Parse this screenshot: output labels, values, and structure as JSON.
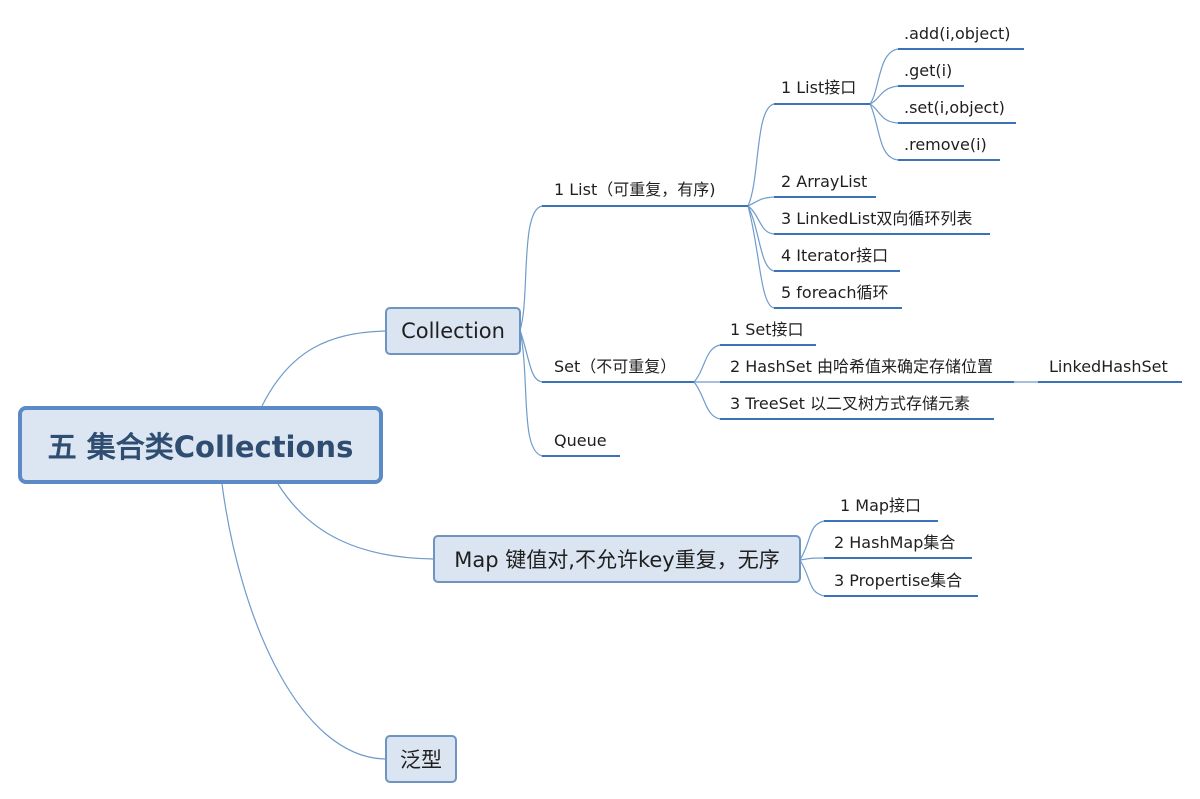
{
  "root": {
    "label": "五 集合类Collections"
  },
  "branches": {
    "collection": {
      "label": "Collection",
      "list": {
        "label": "1 List（可重复，有序)",
        "list_interface": {
          "label": "1 List接口",
          "methods": [
            ".add(i,object)",
            ".get(i)",
            ".set(i,object)",
            ".remove(i)"
          ]
        },
        "array_list": "2 ArrayList",
        "linked_list": "3 LinkedList双向循环列表",
        "iterator": "4 Iterator接口",
        "foreach": "5 foreach循环"
      },
      "set": {
        "label": "Set（不可重复）",
        "set_interface": "1 Set接口",
        "hash_set": "2 HashSet 由哈希值来确定存储位置",
        "linked_hash_set": "LinkedHashSet",
        "tree_set": "3 TreeSet 以二叉树方式存储元素"
      },
      "queue": "Queue"
    },
    "map": {
      "label": "Map 键值对,不允许key重复，无序",
      "map_interface": "1 Map接口",
      "hash_map": "2 HashMap集合",
      "propertise": "3 Propertise集合"
    },
    "generics": {
      "label": "泛型"
    }
  },
  "colors": {
    "node_fill": "#dbe5f1",
    "node_border": "#6f94c2",
    "line": "#6f9bcb",
    "underline": "#3b73b9",
    "root_text": "#2f4d70"
  }
}
